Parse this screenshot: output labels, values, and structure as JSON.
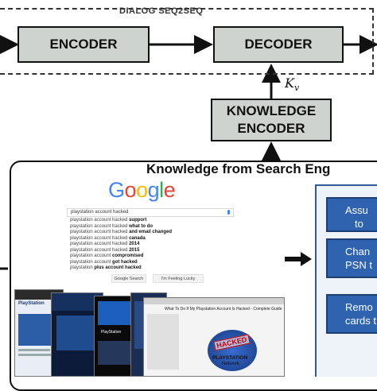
{
  "dialog_section": {
    "label": "DIALOG SEQ2SEQ"
  },
  "encoder": {
    "label": "ENCODER"
  },
  "decoder": {
    "label": "DECODER"
  },
  "knowledge_encoder": {
    "line1": "KNOWLEDGE",
    "line2": "ENCODER"
  },
  "kv_label": "K",
  "kv_sub": "v",
  "knowledge_panel": {
    "title": "Knowledge from Search Eng"
  },
  "google": {
    "logo": "Google",
    "query": "playstation account hacked",
    "suggestions": [
      {
        "prefix": "playstation account hacked ",
        "bold": "support"
      },
      {
        "prefix": "playstation account hacked ",
        "bold": "what to do"
      },
      {
        "prefix": "playstation account hacked ",
        "bold": "and email changed"
      },
      {
        "prefix": "playstation account hacked ",
        "bold": "canada"
      },
      {
        "prefix": "playstation account hacked ",
        "bold": "2014"
      },
      {
        "prefix": "playstation account hacked ",
        "bold": "2015"
      },
      {
        "prefix": "playstation account ",
        "bold": "compromised"
      },
      {
        "prefix": "playstation account ",
        "bold": "got hacked"
      },
      {
        "prefix": "playstation ",
        "bold": "plus account hacked"
      }
    ],
    "search_button": "Google Search",
    "lucky_button": "I'm Feeling Lucky"
  },
  "screenshots": {
    "article_title": "What To Do If My Playstation Account Is Hacked - Complete Guide",
    "hacked_stamp": "HACKED",
    "ps_logo_line1": "PLAYSTATION",
    "ps_logo_line2": "Network",
    "shot1_label": "PlayStation",
    "shot2_label": "PlayStation"
  },
  "results": [
    {
      "line1": "Assu",
      "line2": "to"
    },
    {
      "line1": "Chan",
      "line2": "PSN t"
    },
    {
      "line1": "Remo",
      "line2": "cards t"
    }
  ],
  "colors": {
    "block_fill": "#cfd3d0",
    "result_fill": "#2f63b0",
    "google_blue": "#4285f4",
    "google_red": "#ea4335",
    "google_yellow": "#fbbc05",
    "google_green": "#34a853"
  }
}
